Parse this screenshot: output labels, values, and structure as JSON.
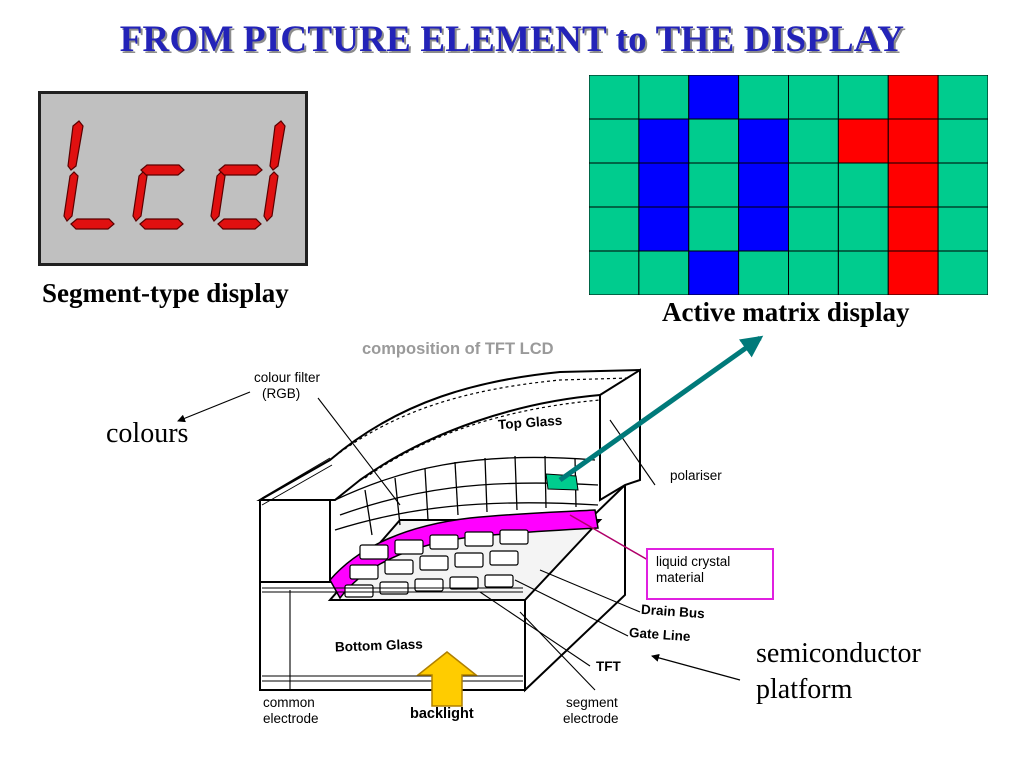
{
  "title": "FROM PICTURE ELEMENT to THE DISPLAY",
  "segment_display": {
    "text": "Lcd",
    "caption": "Segment-type display"
  },
  "active_matrix": {
    "caption": "Active matrix display",
    "grid": [
      [
        "green",
        "green",
        "blue",
        "green",
        "green",
        "green",
        "red",
        "green"
      ],
      [
        "green",
        "blue",
        "green",
        "blue",
        "green",
        "red",
        "red",
        "green"
      ],
      [
        "green",
        "blue",
        "green",
        "blue",
        "green",
        "green",
        "red",
        "green"
      ],
      [
        "green",
        "blue",
        "green",
        "blue",
        "green",
        "green",
        "red",
        "green"
      ],
      [
        "green",
        "green",
        "blue",
        "green",
        "green",
        "green",
        "red",
        "green"
      ]
    ]
  },
  "colors": {
    "title": "#2323b8",
    "green": "#00cc8e",
    "blue": "#0000ff",
    "red": "#ff0000",
    "segment_red": "#e01010",
    "panel_grey": "#c0c0c0",
    "liquid_crystal": "#ff00ff",
    "arrow_teal": "#007a7a",
    "backlight_fill": "#ffcc00",
    "caption_grey": "#9a9a9a"
  },
  "diagram": {
    "title": "composition of TFT LCD",
    "labels": {
      "colour_filter": [
        "colour filter",
        "(RGB)"
      ],
      "top_glass": "Top Glass",
      "polariser": "polariser",
      "liquid_crystal": [
        "liquid crystal",
        "material"
      ],
      "drain_bus": "Drain Bus",
      "gate_line": "Gate Line",
      "tft": "TFT",
      "bottom_glass": "Bottom Glass",
      "common_electrode": [
        "common",
        "electrode"
      ],
      "backlight": "backlight",
      "segment_electrode": [
        "segment",
        "electrode"
      ]
    }
  },
  "annotations": {
    "colours": "colours",
    "semiconductor_platform": [
      "semiconductor",
      "platform"
    ]
  }
}
